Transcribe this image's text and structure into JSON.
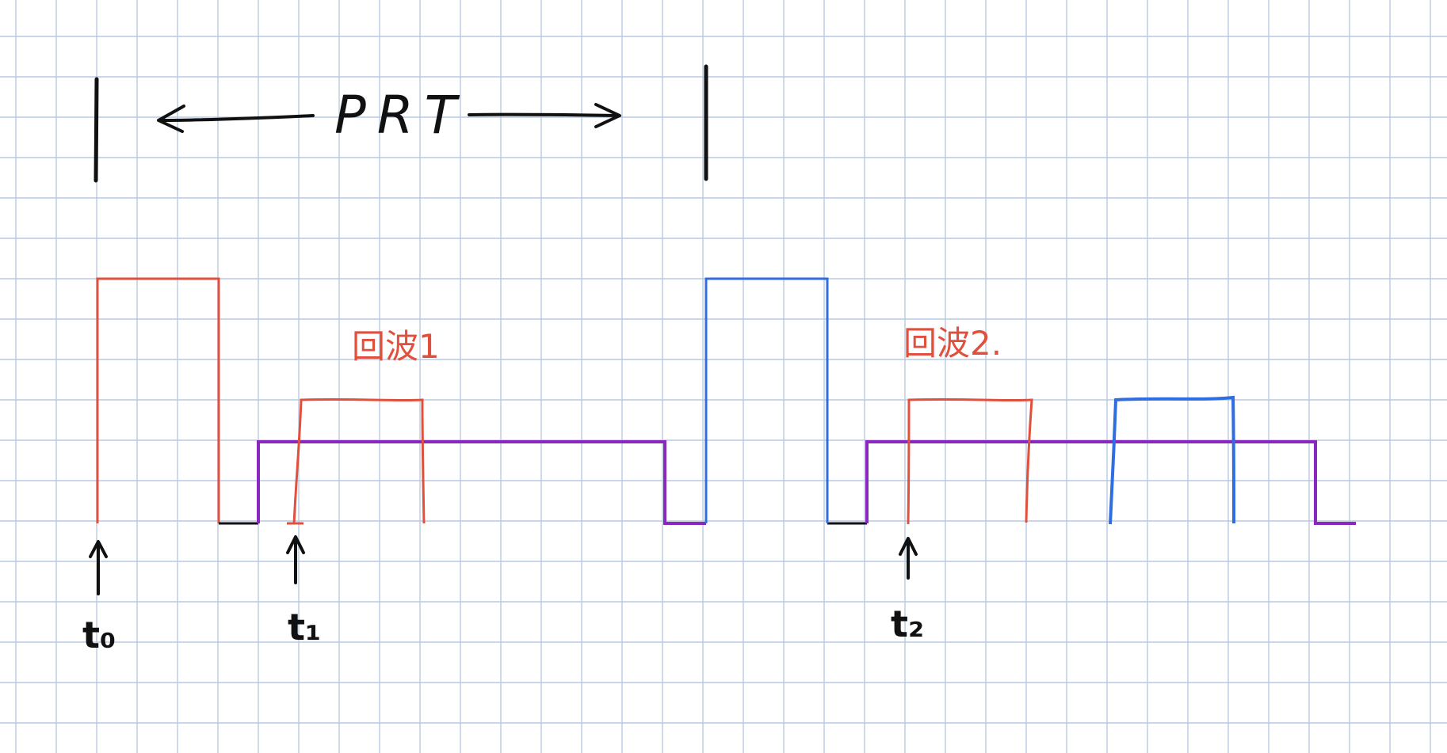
{
  "colors": {
    "grid": "#b9c9e2",
    "ink": "#111111",
    "pulse_red": "#e0503c",
    "pulse_blue": "#2f6de0",
    "gate_purple": "#8a27bf",
    "background": "#ffffff"
  },
  "labels": {
    "prt": "PRT",
    "echo1": "回波1",
    "echo2": "回波2.",
    "t0": "t₀",
    "t1": "t₁",
    "t2": "t₂"
  },
  "icons": {
    "prt_arrow_left": "arrow-left-icon",
    "prt_arrow_right": "arrow-right-icon",
    "time_marker": "arrow-up-icon"
  }
}
